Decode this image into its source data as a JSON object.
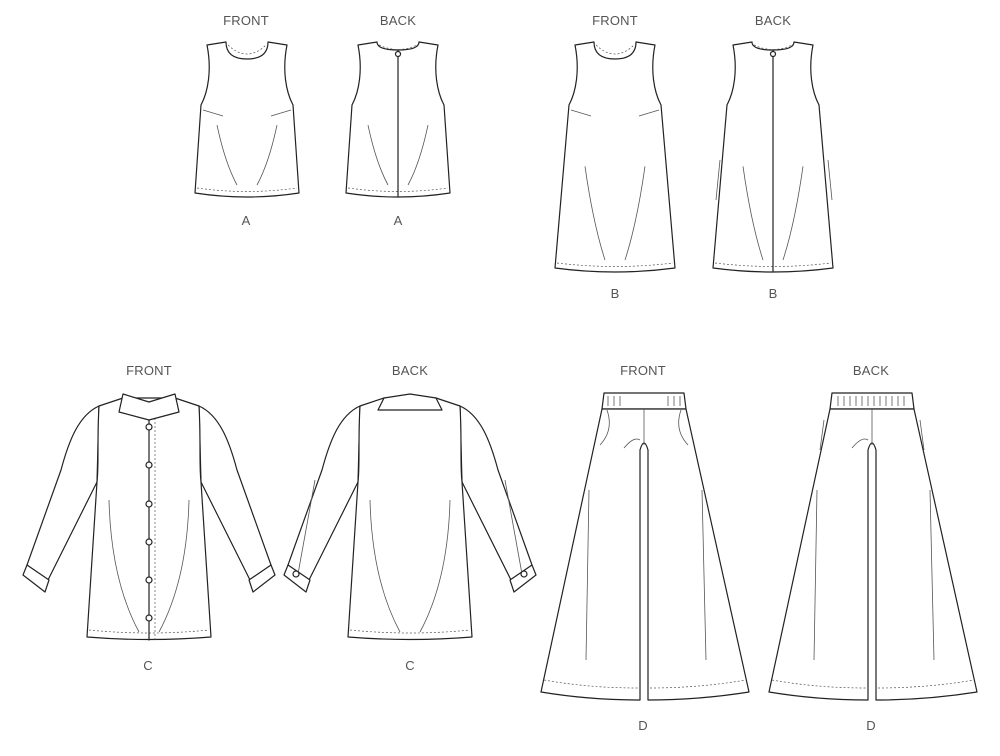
{
  "views": [
    {
      "id": "A-front",
      "view": "FRONT",
      "letter": "A"
    },
    {
      "id": "A-back",
      "view": "BACK",
      "letter": "A"
    },
    {
      "id": "B-front",
      "view": "FRONT",
      "letter": "B"
    },
    {
      "id": "B-back",
      "view": "BACK",
      "letter": "B"
    },
    {
      "id": "C-front",
      "view": "FRONT",
      "letter": "C"
    },
    {
      "id": "C-back",
      "view": "BACK",
      "letter": "C"
    },
    {
      "id": "D-front",
      "view": "FRONT",
      "letter": "D"
    },
    {
      "id": "D-back",
      "view": "BACK",
      "letter": "D"
    }
  ],
  "colors": {
    "line": "#222222",
    "label": "#555555"
  }
}
